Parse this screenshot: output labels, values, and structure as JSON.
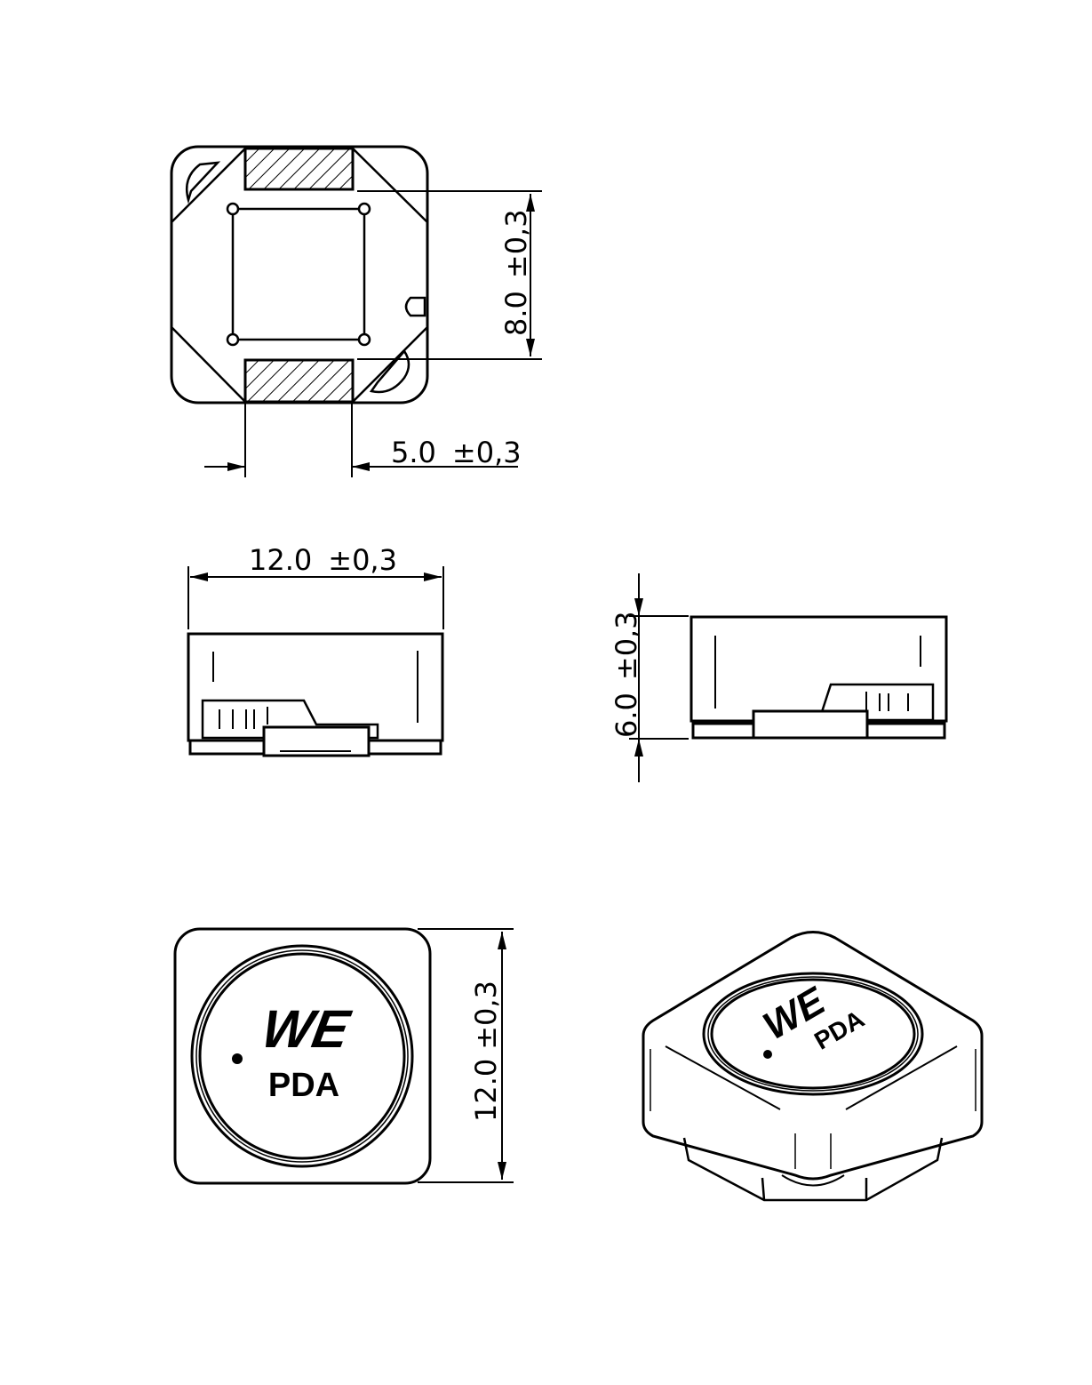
{
  "drawing": {
    "type": "technical-drawing",
    "subject": "SMD power inductor",
    "colors": {
      "line": "#000000",
      "background": "#ffffff"
    }
  },
  "views": {
    "bottom": {
      "dim_height": {
        "value": "8.0",
        "tol": "±0,3"
      },
      "dim_width": {
        "value": "5.0",
        "tol": "±0,3"
      }
    },
    "front": {
      "dim_length": {
        "value": "12.0",
        "tol": "±0,3"
      }
    },
    "side": {
      "dim_height": {
        "value": "6.0",
        "tol": "±0,3"
      }
    },
    "top": {
      "dim_size": {
        "value": "12.0",
        "tol": "±0,3"
      },
      "logo": "WE",
      "marking": "PDA"
    },
    "isometric": {
      "logo": "WE",
      "marking": "PDA"
    }
  }
}
